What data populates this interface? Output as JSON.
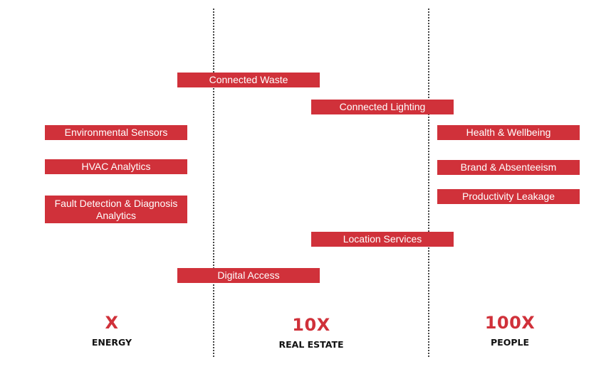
{
  "colors": {
    "box_fill": "#d0313a",
    "box_text": "#ffffff",
    "multiplier_text": "#d0313a",
    "category_text": "#111111",
    "divider": "#444444"
  },
  "items": {
    "connected_waste": "Connected Waste",
    "connected_lighting": "Connected Lighting",
    "environmental_sensors": "Environmental Sensors",
    "health_wellbeing": "Health & Wellbeing",
    "hvac_analytics": "HVAC Analytics",
    "brand_absenteeism": "Brand & Absenteeism",
    "productivity_leakage": "Productivity Leakage",
    "fault_detection": "Fault Detection & Diagnosis Analytics",
    "location_services": "Location Services",
    "digital_access": "Digital Access"
  },
  "columns": [
    {
      "multiplier": "X",
      "category": "ENERGY"
    },
    {
      "multiplier": "10X",
      "category": "REAL ESTATE"
    },
    {
      "multiplier": "100X",
      "category": "PEOPLE"
    }
  ]
}
